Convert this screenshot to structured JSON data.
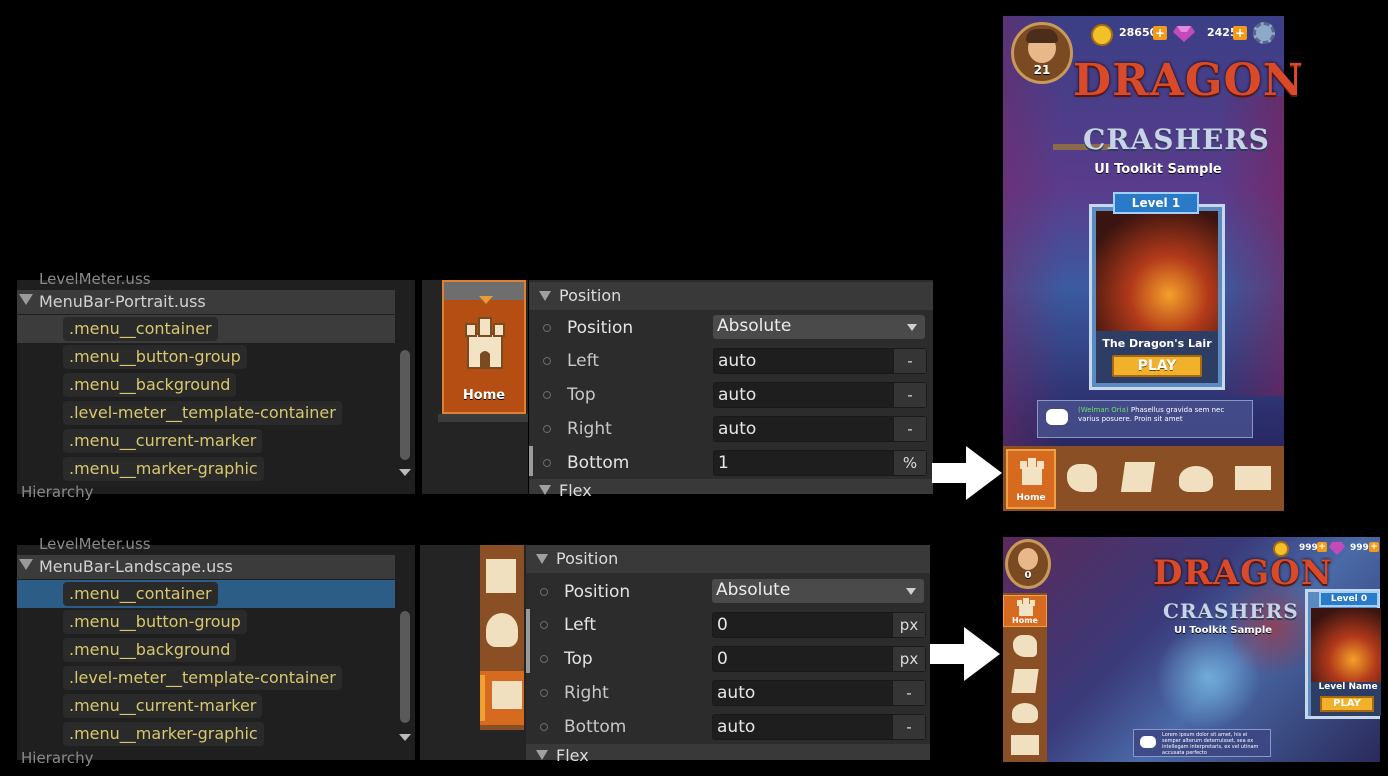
{
  "portrait": {
    "ghost_header": "LevelMeter.uss",
    "file": "MenuBar-Portrait.uss",
    "selectors": [
      ".menu__container",
      ".menu__button-group",
      ".menu__background",
      ".level-meter__template-container",
      ".menu__current-marker",
      ".menu__marker-graphic"
    ],
    "bottom_ghost": "Hierarchy",
    "preview_label": "Home",
    "section": "Position",
    "rows": [
      {
        "label": "Position",
        "value": "Absolute",
        "type": "dropdown"
      },
      {
        "label": "Left",
        "value": "auto",
        "unit": "-"
      },
      {
        "label": "Top",
        "value": "auto",
        "unit": "-"
      },
      {
        "label": "Right",
        "value": "auto",
        "unit": "-"
      },
      {
        "label": "Bottom",
        "value": "1",
        "unit": "%"
      }
    ],
    "next_section": "Flex"
  },
  "landscape": {
    "ghost_header": "LevelMeter.uss",
    "file": "MenuBar-Landscape.uss",
    "selectors": [
      ".menu__container",
      ".menu__button-group",
      ".menu__background",
      ".level-meter__template-container",
      ".menu__current-marker",
      ".menu__marker-graphic"
    ],
    "bottom_ghost": "Hierarchy",
    "section": "Position",
    "rows": [
      {
        "label": "Position",
        "value": "Absolute",
        "type": "dropdown"
      },
      {
        "label": "Left",
        "value": "0",
        "unit": "px"
      },
      {
        "label": "Top",
        "value": "0",
        "unit": "px"
      },
      {
        "label": "Right",
        "value": "auto",
        "unit": "-"
      },
      {
        "label": "Bottom",
        "value": "auto",
        "unit": "-"
      }
    ],
    "next_section": "Flex"
  },
  "game_portrait": {
    "player_level": "21",
    "gold": "28650",
    "gems": "2425",
    "title_line1": "DRAGON",
    "title_line2": "CRASHERS",
    "subtitle": "UI Toolkit Sample",
    "level_banner": "Level 1",
    "level_name": "The Dragon's Lair",
    "play_label": "PLAY",
    "chat_name": "(Welman Oria)",
    "chat_text": "Phasellus gravida sem nec varius posuere. Proin sit amet",
    "menu_home_label": "Home"
  },
  "game_landscape": {
    "player_level": "0",
    "gold": "999",
    "gems": "999",
    "title_line1": "DRAGON",
    "title_line2": "CRASHERS",
    "subtitle": "UI Toolkit Sample",
    "level_banner": "Level 0",
    "level_name": "Level Name",
    "play_label": "PLAY",
    "chat_text": "Lorem ipsum dolor sit amet, his ei semper alterum deterruisset, sea ex intellegam interpretaris, ex vel utinam accusata perfecto",
    "menu_home_label": "Home"
  },
  "colors": {
    "accent_selected": "#2c5d87",
    "selector_text": "#d8c86f",
    "menu_orange": "#c8641a"
  }
}
